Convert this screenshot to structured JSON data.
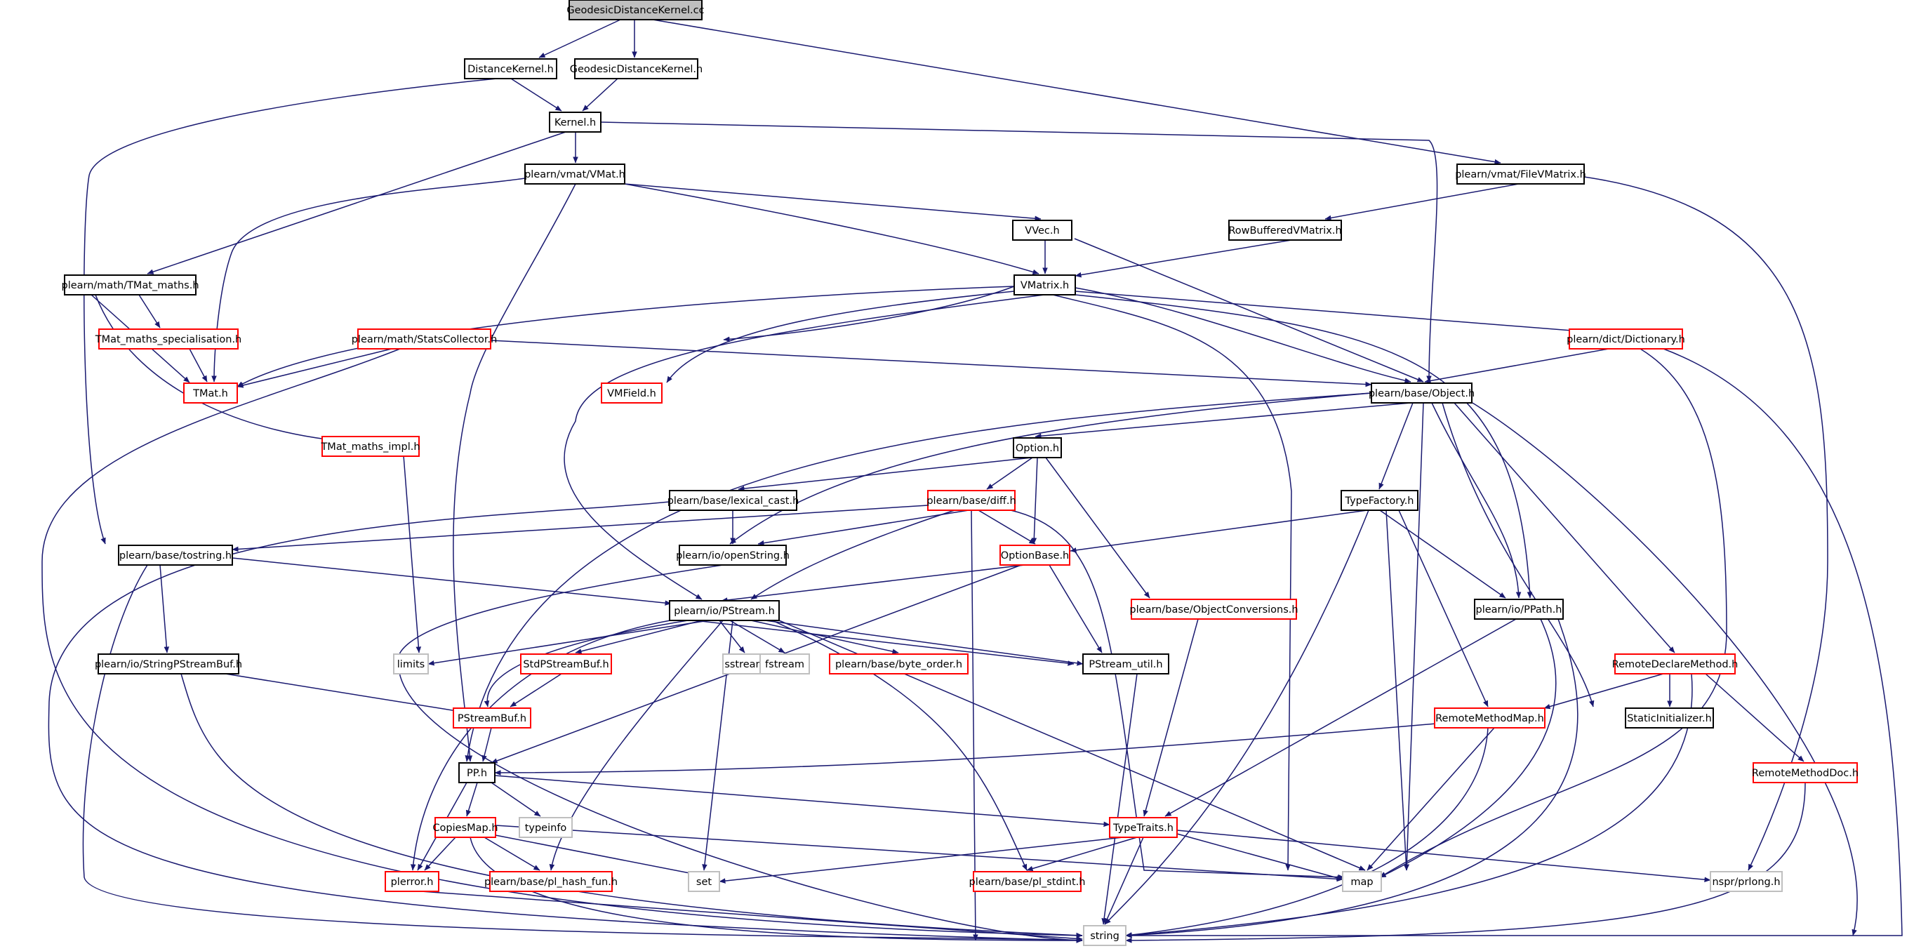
{
  "colors": {
    "edge": "#191970",
    "box_normal": "#000000",
    "box_truncated": "#ff0000",
    "box_external": "#bfbfbf",
    "root_fill": "#bfbfbf"
  },
  "nodes": [
    {
      "id": "n0",
      "label": "GeodesicDistanceKernel.cc",
      "style": "root"
    },
    {
      "id": "n1",
      "label": "DistanceKernel.h",
      "style": "normal"
    },
    {
      "id": "n2",
      "label": "GeodesicDistanceKernel.h",
      "style": "normal"
    },
    {
      "id": "n3",
      "label": "Kernel.h",
      "style": "normal"
    },
    {
      "id": "n4",
      "label": "plearn/vmat/VMat.h",
      "style": "normal"
    },
    {
      "id": "n5",
      "label": "plearn/vmat/FileVMatrix.h",
      "style": "normal"
    },
    {
      "id": "n6",
      "label": "VVec.h",
      "style": "normal"
    },
    {
      "id": "n7",
      "label": "RowBufferedVMatrix.h",
      "style": "normal"
    },
    {
      "id": "n8",
      "label": "plearn/math/TMat_maths.h",
      "style": "normal"
    },
    {
      "id": "n9",
      "label": "VMatrix.h",
      "style": "normal"
    },
    {
      "id": "n10",
      "label": "TMat_maths_specialisation.h",
      "style": "truncated"
    },
    {
      "id": "n11",
      "label": "plearn/math/StatsCollector.h",
      "style": "truncated"
    },
    {
      "id": "n12",
      "label": "plearn/dict/Dictionary.h",
      "style": "truncated"
    },
    {
      "id": "n13",
      "label": "TMat.h",
      "style": "truncated"
    },
    {
      "id": "n14",
      "label": "VMField.h",
      "style": "truncated"
    },
    {
      "id": "n15",
      "label": "plearn/base/Object.h",
      "style": "normal"
    },
    {
      "id": "n16",
      "label": "TMat_maths_impl.h",
      "style": "truncated"
    },
    {
      "id": "n17",
      "label": "Option.h",
      "style": "normal"
    },
    {
      "id": "n18",
      "label": "plearn/base/lexical_cast.h",
      "style": "normal"
    },
    {
      "id": "n19",
      "label": "plearn/base/diff.h",
      "style": "truncated"
    },
    {
      "id": "n20",
      "label": "TypeFactory.h",
      "style": "normal"
    },
    {
      "id": "n21",
      "label": "plearn/base/tostring.h",
      "style": "normal"
    },
    {
      "id": "n22",
      "label": "plearn/io/openString.h",
      "style": "normal"
    },
    {
      "id": "n23",
      "label": "OptionBase.h",
      "style": "truncated"
    },
    {
      "id": "n24",
      "label": "plearn/base/ObjectConversions.h",
      "style": "truncated"
    },
    {
      "id": "n25",
      "label": "plearn/io/PPath.h",
      "style": "normal"
    },
    {
      "id": "n26",
      "label": "plearn/io/PStream.h",
      "style": "normal"
    },
    {
      "id": "n27",
      "label": "limits",
      "style": "external"
    },
    {
      "id": "n28",
      "label": "StdPStreamBuf.h",
      "style": "truncated"
    },
    {
      "id": "n29",
      "label": "sstream",
      "style": "external"
    },
    {
      "id": "n30",
      "label": "fstream",
      "style": "external"
    },
    {
      "id": "n31",
      "label": "plearn/base/byte_order.h",
      "style": "truncated"
    },
    {
      "id": "n32",
      "label": "PStream_util.h",
      "style": "normal"
    },
    {
      "id": "n33",
      "label": "plearn/io/StringPStreamBuf.h",
      "style": "normal"
    },
    {
      "id": "n34",
      "label": "RemoteDeclareMethod.h",
      "style": "truncated"
    },
    {
      "id": "n35",
      "label": "PStreamBuf.h",
      "style": "truncated"
    },
    {
      "id": "n36",
      "label": "RemoteMethodMap.h",
      "style": "truncated"
    },
    {
      "id": "n37",
      "label": "StaticInitializer.h",
      "style": "normal"
    },
    {
      "id": "n38",
      "label": "PP.h",
      "style": "normal"
    },
    {
      "id": "n39",
      "label": "RemoteMethodDoc.h",
      "style": "truncated"
    },
    {
      "id": "n40",
      "label": "CopiesMap.h",
      "style": "truncated"
    },
    {
      "id": "n41",
      "label": "typeinfo",
      "style": "external"
    },
    {
      "id": "n42",
      "label": "TypeTraits.h",
      "style": "truncated"
    },
    {
      "id": "n43",
      "label": "plerror.h",
      "style": "truncated"
    },
    {
      "id": "n44",
      "label": "plearn/base/pl_hash_fun.h",
      "style": "truncated"
    },
    {
      "id": "n45",
      "label": "set",
      "style": "external"
    },
    {
      "id": "n46",
      "label": "plearn/base/pl_stdint.h",
      "style": "truncated"
    },
    {
      "id": "n47",
      "label": "map",
      "style": "external"
    },
    {
      "id": "n48",
      "label": "nspr/prlong.h",
      "style": "external"
    },
    {
      "id": "n49",
      "label": "string",
      "style": "external"
    }
  ]
}
